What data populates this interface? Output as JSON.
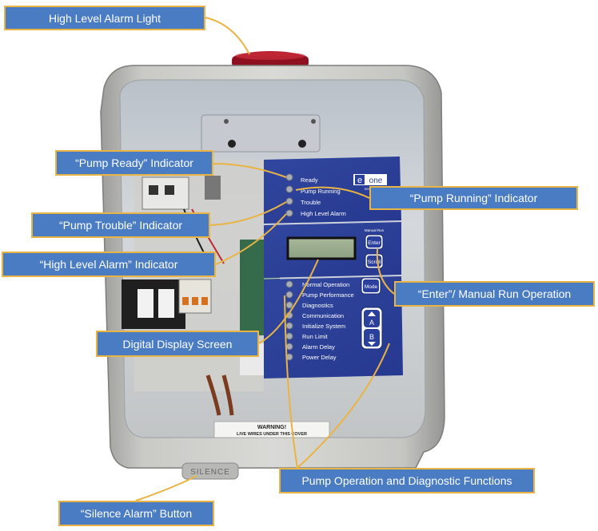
{
  "callouts": {
    "alarm_light": "High Level Alarm Light",
    "pump_ready": "“Pump Ready” Indicator",
    "pump_running": "“Pump Running” Indicator",
    "pump_trouble": "“Pump Trouble” Indicator",
    "high_level_alarm": "“High Level Alarm” Indicator",
    "enter_manual": "“Enter”/ Manual Run Operation",
    "digital_display": "Digital Display Screen",
    "pump_operation": "Pump Operation and Diagnostic Functions",
    "silence_alarm": "“Silence Alarm” Button"
  },
  "panel": {
    "status_labels": [
      "Ready",
      "Pump Running",
      "Trouble",
      "High Level Alarm"
    ],
    "function_labels": [
      "Normal Operation",
      "Pump Performance",
      "Diagnostics",
      "Communication",
      "Initialize System",
      "Run Limit",
      "Alarm Delay",
      "Power Delay"
    ],
    "logo_e": "e",
    "logo_one": "one",
    "logo_sub": "SEWER",
    "enter_caption": "Manual Run",
    "enter_label": "Enter",
    "scroll_label": "Scroll",
    "mode_label": "Mode",
    "key_a": "A",
    "key_b": "B"
  },
  "enclosure": {
    "warning_title": "WARNING!",
    "warning_text": "LIVE WIRES UNDER THIS COVER",
    "silence_label": "SILENCE"
  },
  "colors": {
    "panel_blue": "#2b3f9c",
    "callout_fill": "#4a7cc4",
    "callout_border": "#e9b443",
    "leader_line": "#e9b443"
  }
}
